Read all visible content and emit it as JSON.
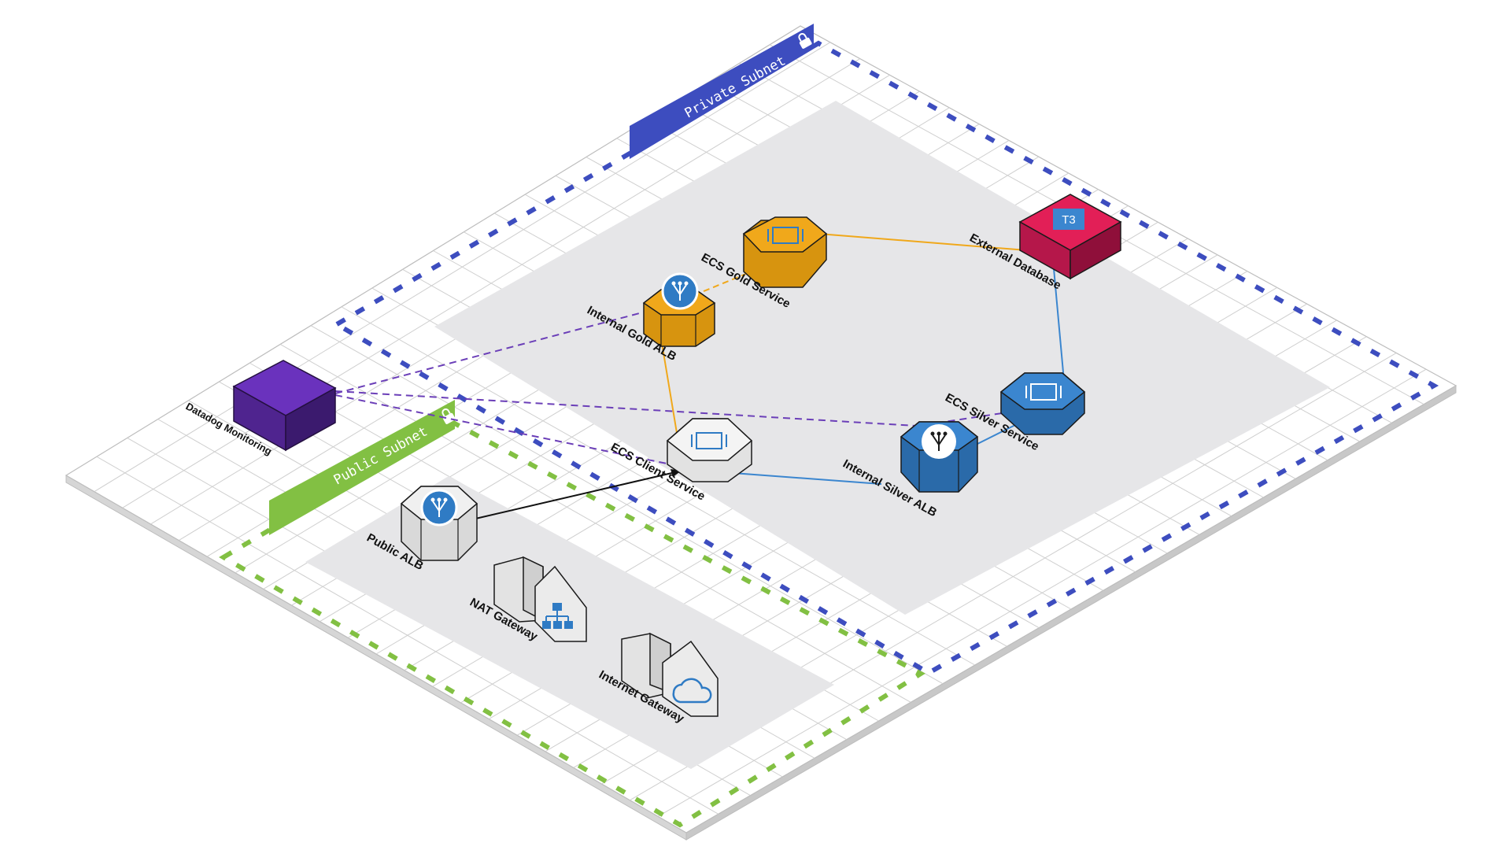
{
  "diagram": {
    "subnets": {
      "private": {
        "title": "Private Subnet",
        "color": "#3d4dbf"
      },
      "public": {
        "title": "Public Subnet",
        "color": "#82c043"
      }
    },
    "nodes": {
      "datadog": {
        "label": "Datadog Monitoring",
        "color": "#5b2aa8"
      },
      "internal_gold_alb": {
        "label": "Internal Gold ALB",
        "color": "#f0a81b",
        "icon": "load-balancer-icon"
      },
      "ecs_gold": {
        "label": "ECS Gold Service",
        "color": "#f0a81b",
        "icon": "container-icon"
      },
      "external_db": {
        "label": "External Database",
        "color": "#e21f57",
        "badge": "T3",
        "icon": "database-icon"
      },
      "ecs_client": {
        "label": "ECS Client Service",
        "color": "#f4f4f4",
        "icon": "container-icon"
      },
      "internal_silver_alb": {
        "label": "Internal Silver ALB",
        "color": "#2f7bc4",
        "icon": "load-balancer-icon"
      },
      "ecs_silver": {
        "label": "ECS Silver Service",
        "color": "#3b86cf",
        "icon": "container-icon"
      },
      "public_alb": {
        "label": "Public ALB",
        "color": "#f0f0f0",
        "icon": "load-balancer-icon"
      },
      "nat_gateway": {
        "label": "NAT Gateway",
        "color": "#e8e8e8",
        "icon": "network-icon"
      },
      "internet_gateway": {
        "label": "Internet Gateway",
        "color": "#e8e8e8",
        "icon": "cloud-icon"
      }
    },
    "colors": {
      "gold_link": "#f0a81b",
      "silver_link": "#3b86cf",
      "monitor_link": "#6b3fb8",
      "client_link": "#111111"
    }
  }
}
